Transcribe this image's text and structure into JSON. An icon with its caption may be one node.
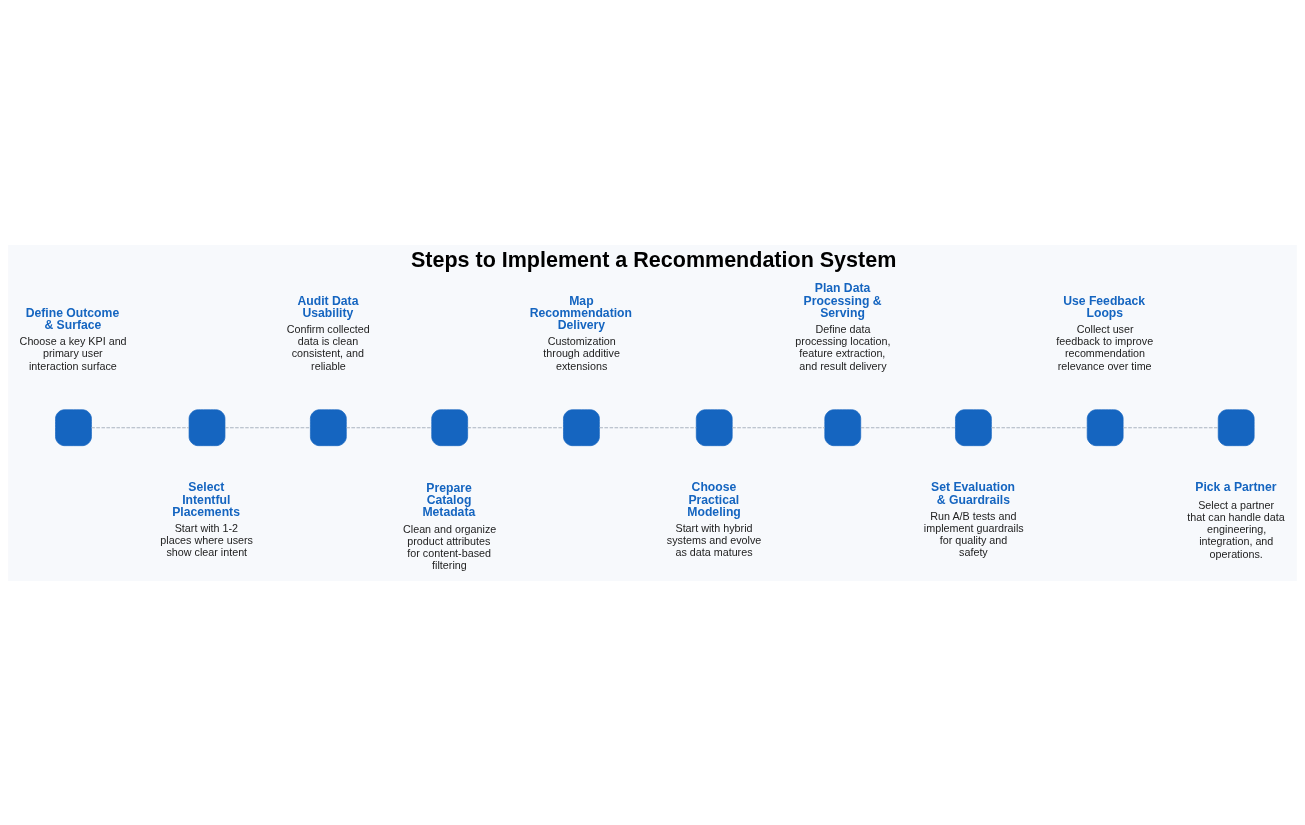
{
  "diagram": {
    "title": "Steps to Implement a Recommendation System",
    "nodes": [
      {
        "text": [],
        "shape": "box",
        "beside": [
          "Define Outcome & Surface",
          "Choose a key KPI and primary user interaction surface"
        ]
      },
      {
        "text": [],
        "shape": "box",
        "beside": [
          "Select Intentful Placements",
          "Start with 1-2 places where users show clear intent"
        ]
      },
      {
        "text": [],
        "shape": "box",
        "beside": [
          "Audit Data Usability",
          "Confirm collected data is clean consistent, and reliable"
        ]
      },
      {
        "text": [],
        "shape": "box",
        "beside": [
          "Prepare Catalog Metadata",
          "Clean and organize product attributes for content-based filtering"
        ]
      },
      {
        "text": [],
        "shape": "box",
        "beside": [
          "Map Recommendation Delivery",
          "Customization through additive extensions"
        ]
      },
      {
        "text": [],
        "shape": "box",
        "beside": [
          "Choose Practical Modeling",
          "Start with hybrid systems and evolve as data matures"
        ]
      },
      {
        "text": [],
        "shape": "box",
        "beside": [
          "Plan Data Processing & Serving",
          "Define data processing location, feature extraction, and result delivery"
        ]
      },
      {
        "text": [],
        "shape": "box",
        "beside": [
          "Set Evaluation & Guardrails",
          "Run A/B tests and implement guardrails for quality and safety"
        ]
      },
      {
        "text": [],
        "shape": "box",
        "beside": [
          "Use Feedback Loops",
          "Collect user feedback to improve recommendation relevance over time"
        ]
      },
      {
        "text": [],
        "shape": "box",
        "beside": [
          "Pick a Partner",
          "Select a partner that can handle data engineering, integration, and operations."
        ]
      }
    ],
    "edges": [
      {
        "from": 0,
        "to": 1,
        "arrow": "none",
        "style": "dashed"
      },
      {
        "from": 1,
        "to": 2,
        "arrow": "none",
        "style": "dashed"
      },
      {
        "from": 2,
        "to": 3,
        "arrow": "none",
        "style": "dashed"
      },
      {
        "from": 3,
        "to": 4,
        "arrow": "none",
        "style": "dashed"
      },
      {
        "from": 4,
        "to": 5,
        "arrow": "none",
        "style": "dashed"
      },
      {
        "from": 5,
        "to": 6,
        "arrow": "none",
        "style": "dashed"
      },
      {
        "from": 6,
        "to": 7,
        "arrow": "none",
        "style": "dashed"
      },
      {
        "from": 7,
        "to": 8,
        "arrow": "none",
        "style": "dashed"
      },
      {
        "from": 8,
        "to": 9,
        "arrow": "none",
        "style": "dashed"
      }
    ]
  }
}
